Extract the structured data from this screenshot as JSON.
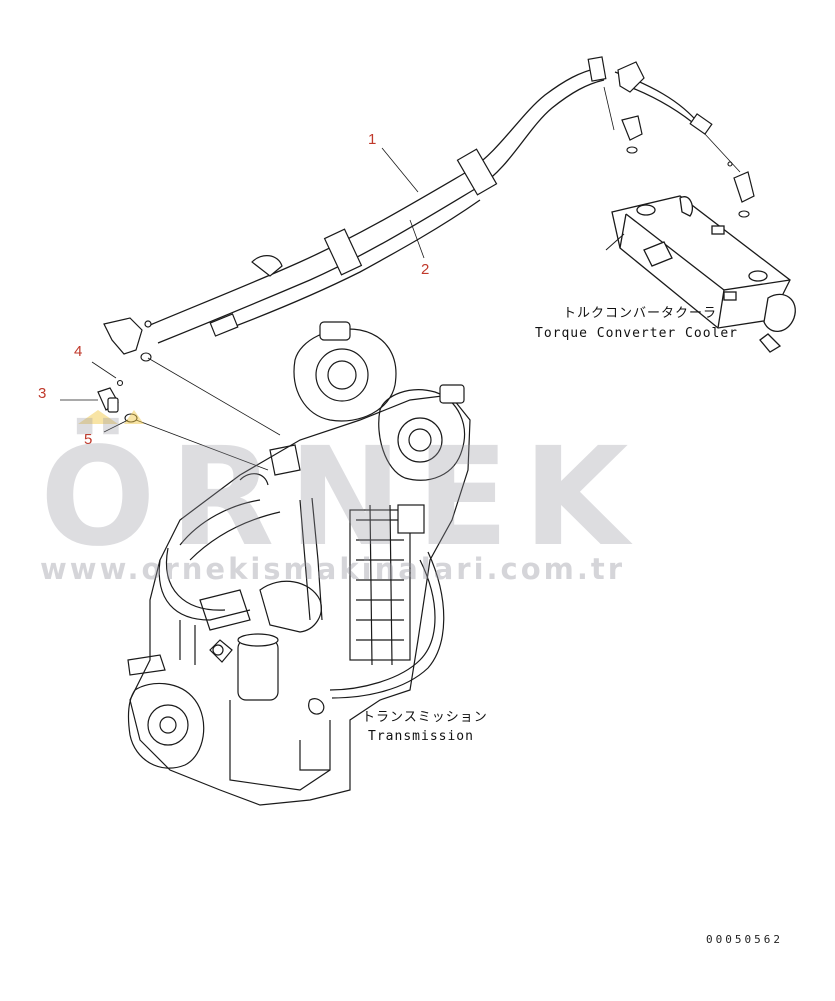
{
  "callouts": {
    "c1": "1",
    "c2": "2",
    "c3": "3",
    "c4": "4",
    "c5": "5"
  },
  "labels": {
    "cooler_jp": "トルクコンバータクーラ",
    "cooler_en": "Torque Converter Cooler",
    "trans_jp": "トランスミッション",
    "trans_en": "Transmission"
  },
  "watermark": {
    "logo": "ÖRNEK",
    "url": "www.ornekismakinalari.com.tr"
  },
  "drawing_number": "00050562",
  "colors": {
    "callout": "#c0392b",
    "linework": "#1a1a1a",
    "watermark": "#9696a0",
    "watermark_accent": "#f2c94c"
  }
}
